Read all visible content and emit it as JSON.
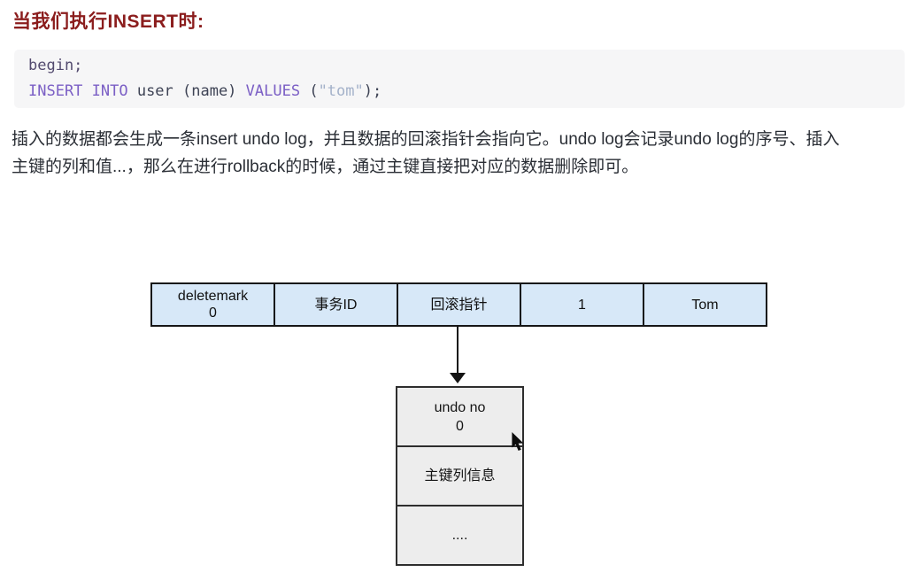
{
  "page": {
    "background_color": "#ffffff"
  },
  "heading": {
    "text": "当我们执行INSERT时:",
    "color": "#8b1d1d"
  },
  "code_block": {
    "background_color": "#f6f6f7",
    "line1": {
      "text": "begin;"
    },
    "line2": {
      "keyword1": "INSERT INTO",
      "identifier": " user (name) ",
      "keyword2": "VALUES",
      "punct_open": " (",
      "string": "\"tom\"",
      "punct_close": ");"
    },
    "colors": {
      "keyword": "#7b5fc5",
      "plain": "#3e4355",
      "string": "#a3b1c9",
      "begin": "#524a6e"
    }
  },
  "paragraph": {
    "lines": [
      "插入的数据都会生成一条insert undo log，并且数据的回滚指针会指向它。undo log会记录undo log的序号、插入",
      "主键的列和值...，那么在进行rollback的时候，通过主键直接把对应的数据删除即可。"
    ]
  },
  "diagram": {
    "record_row": {
      "cell_background": "#d7e8f8",
      "border_color": "#161616",
      "cells": [
        {
          "line1": "deletemark",
          "line2": "0"
        },
        {
          "line1": "事务ID"
        },
        {
          "line1": "回滚指针"
        },
        {
          "line1": "1"
        },
        {
          "line1": "Tom"
        }
      ]
    },
    "undo_box": {
      "background": "#ededed",
      "border_color": "#2e2e2e",
      "rows": [
        {
          "line1": "undo no",
          "line2": "0"
        },
        {
          "line1": "主键列信息"
        },
        {
          "line1": "...."
        }
      ]
    }
  }
}
